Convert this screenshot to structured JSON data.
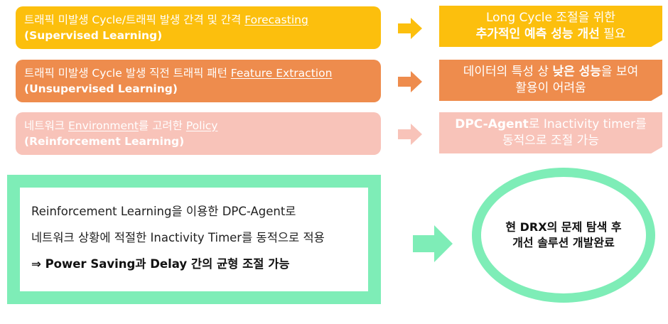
{
  "colors": {
    "row1": "#fcbf0d",
    "row2": "#ee8c4d",
    "row3": "#f8c3b9",
    "green": "#7eedb7"
  },
  "rows": [
    {
      "line1_pre": "트래픽 미발생 Cycle/트래픽 발생 간격 및 간격 ",
      "line1_link": "Forecasting",
      "line1_post": "",
      "line2": "(Supervised Learning)",
      "result_pre": "Long Cycle 조절을 위한",
      "result_bold": "추가적인 예측 성능 개선",
      "result_post": " 필요"
    },
    {
      "line1_pre": "트래픽 미발생 Cycle 발생 직전 트래픽 패턴 ",
      "line1_link": "Feature Extraction",
      "line1_post": "",
      "line2": "(Unsupervised Learning)",
      "result_pre": "데이터의 특성 상 ",
      "result_bold": "낮은 성능",
      "result_post": "을 보여",
      "result_line2": "활용이 어려움"
    },
    {
      "line1_pre": "네트워크 ",
      "line1_link": "Environment",
      "line1_mid": "를 고려한 ",
      "line1_link2": "Policy",
      "line2": "(Reinforcement Learning)",
      "result_bold": "DPC-Agent",
      "result_post": "로 Inactivity timer를",
      "result_line2": "동적으로 조절 가능"
    }
  ],
  "summary": {
    "line1": "Reinforcement Learning을 이용한 DPC-Agent로",
    "line2": "네트워크 상황에 적절한 Inactivity Timer를 동적으로 적용",
    "line3": "⇒ Power Saving과 Delay 간의 균형 조절 가능"
  },
  "conclusion": {
    "line1": "현 DRX의 문제 탐색 후",
    "line2": "개선 솔루션 개발완료"
  }
}
